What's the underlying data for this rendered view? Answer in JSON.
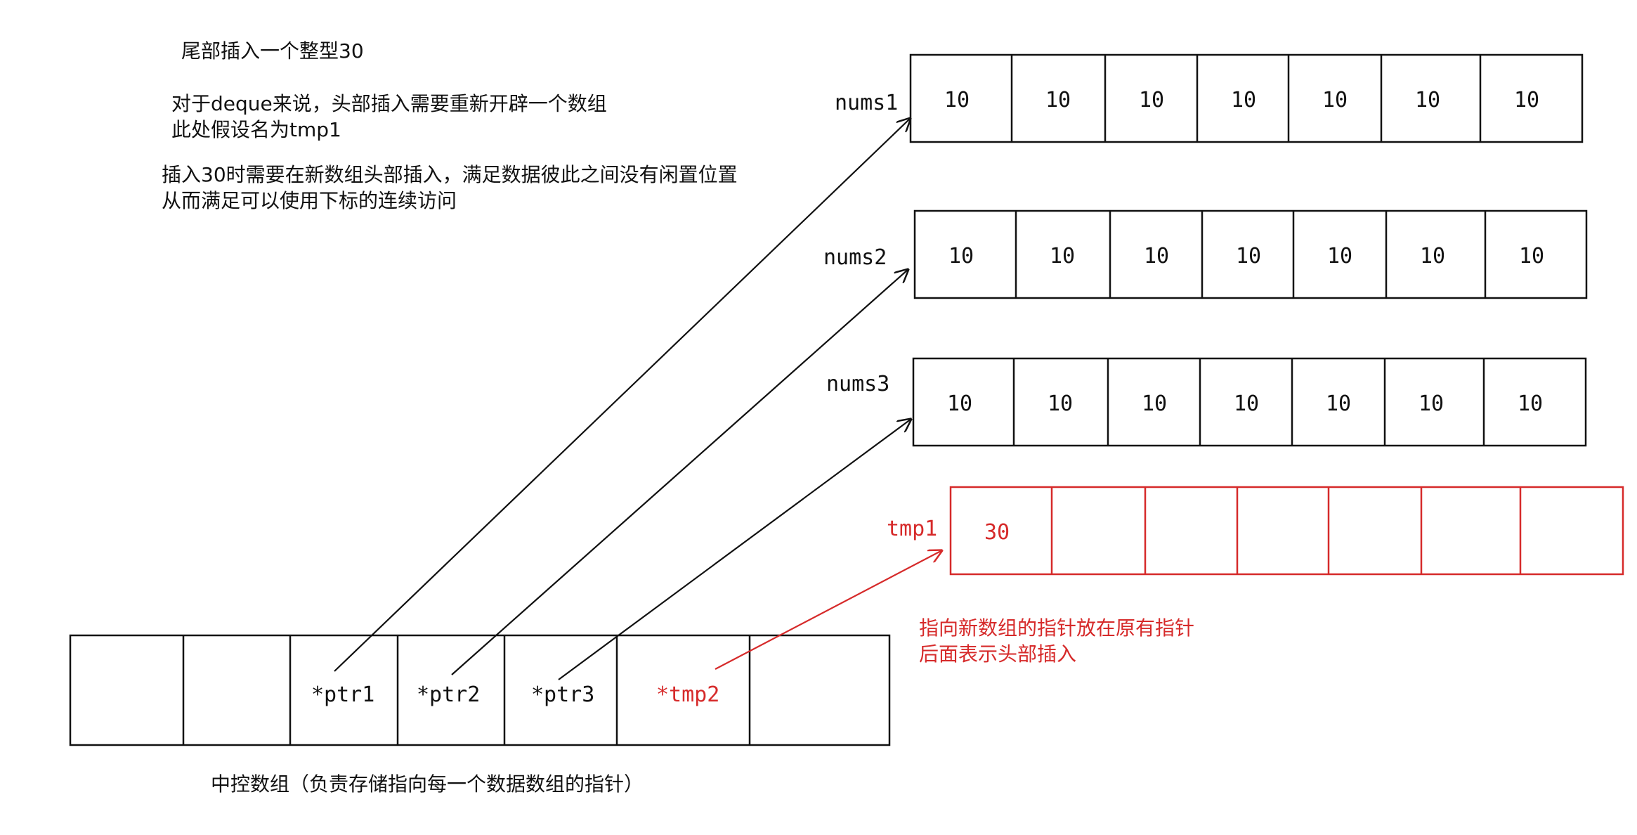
{
  "colors": {
    "ink": "#111111",
    "highlight": "#d62a2a",
    "background": "#ffffff"
  },
  "notes": {
    "title": "尾部插入一个整型30",
    "line1": "对于deque来说，头部插入需要重新开辟一个数组",
    "line2": "此处假设名为tmp1",
    "line3": "插入30时需要在新数组头部插入，满足数据彼此之间没有闲置位置",
    "line4": "从而满足可以使用下标的连续访问"
  },
  "arrays": [
    {
      "name": "nums1",
      "values": [
        "10",
        "10",
        "10",
        "10",
        "10",
        "10",
        "10"
      ],
      "color": "#111111"
    },
    {
      "name": "nums2",
      "values": [
        "10",
        "10",
        "10",
        "10",
        "10",
        "10",
        "10"
      ],
      "color": "#111111"
    },
    {
      "name": "nums3",
      "values": [
        "10",
        "10",
        "10",
        "10",
        "10",
        "10",
        "10"
      ],
      "color": "#111111"
    },
    {
      "name": "tmp1",
      "values": [
        "30",
        "",
        "",
        "",
        "",
        "",
        ""
      ],
      "color": "#d62a2a"
    }
  ],
  "control": {
    "cells": [
      "",
      "",
      "*ptr1",
      "*ptr2",
      "*ptr3",
      "*tmp2",
      ""
    ],
    "highlight_cells": [
      5
    ],
    "caption": "中控数组（负责存储指向每一个数据数组的指针）"
  },
  "annotation": {
    "line1": "指向新数组的指针放在原有指针",
    "line2": "后面表示头部插入"
  },
  "pointers": [
    {
      "from": "*ptr1",
      "to": "nums1"
    },
    {
      "from": "*ptr2",
      "to": "nums2"
    },
    {
      "from": "*ptr3",
      "to": "nums3"
    },
    {
      "from": "*tmp2",
      "to": "tmp1"
    }
  ]
}
